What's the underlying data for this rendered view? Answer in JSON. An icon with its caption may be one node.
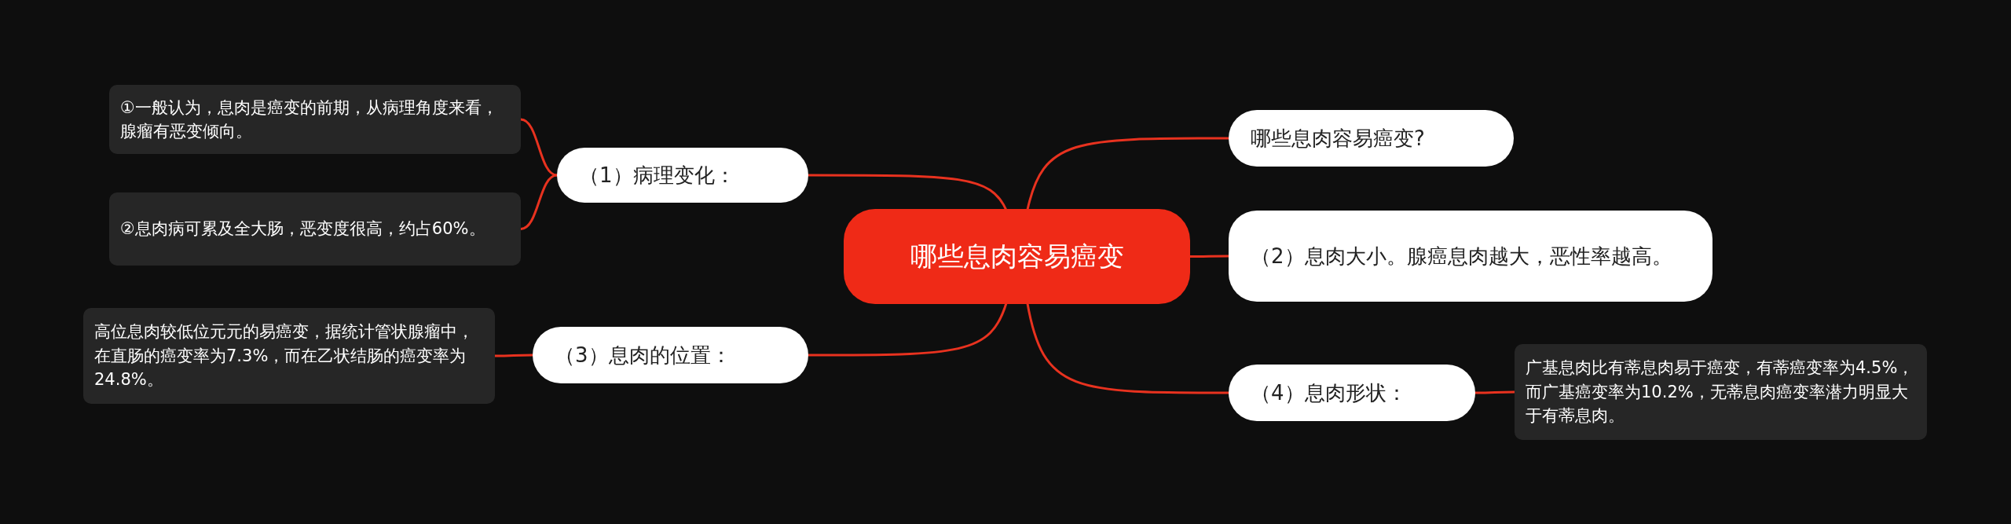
{
  "diagram": {
    "nodes": [
      {
        "text": [
          "哪些息肉容易癌变"
        ]
      },
      {
        "text": [
          "（1）病理变化："
        ]
      },
      {
        "text": [
          "①一般认为，息肉是癌变的前期，从病理角度来看，腺瘤有恶变倾向。"
        ]
      },
      {
        "text": [
          "②息肉病可累及全大肠，恶变度很高，约占60%。"
        ]
      },
      {
        "text": [
          "（3）息肉的位置："
        ]
      },
      {
        "text": [
          "高位息肉较低位元元的易癌变，据统计管状腺瘤中，在直肠的癌变率为7.3%，而在乙状结肠的癌变率为24.8%。"
        ]
      },
      {
        "text": [
          "哪些息肉容易癌变?"
        ]
      },
      {
        "text": [
          "（2）息肉大小。腺癌息肉越大，恶性率越高。"
        ]
      },
      {
        "text": [
          "（4）息肉形状："
        ]
      },
      {
        "text": [
          "广基息肉比有蒂息肉易于癌变，有蒂癌变率为4.5%，而广基癌变率为10.2%，无蒂息肉癌变率潜力明显大于有蒂息肉。"
        ]
      }
    ],
    "edges": [
      {
        "from": 0,
        "to": 1,
        "arrow": "none"
      },
      {
        "from": 1,
        "to": 2,
        "arrow": "none"
      },
      {
        "from": 1,
        "to": 3,
        "arrow": "none"
      },
      {
        "from": 0,
        "to": 4,
        "arrow": "none"
      },
      {
        "from": 4,
        "to": 5,
        "arrow": "none"
      },
      {
        "from": 0,
        "to": 6,
        "arrow": "none"
      },
      {
        "from": 0,
        "to": 7,
        "arrow": "none"
      },
      {
        "from": 0,
        "to": 8,
        "arrow": "none"
      },
      {
        "from": 8,
        "to": 9,
        "arrow": "none"
      }
    ]
  }
}
